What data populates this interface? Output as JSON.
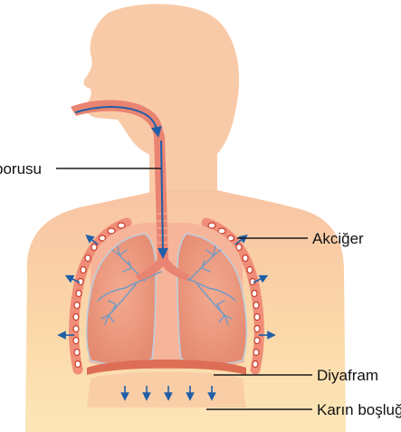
{
  "labels": {
    "trachea": "borusu",
    "lung": "Akciğer",
    "diaphragm": "Diyafram",
    "abdominal_cavity": "Karın boşluğu"
  },
  "colors": {
    "skin": "#f9caa8",
    "lung_fill": "#e89278",
    "airway": "#e98472",
    "diaphragm": "#dd6e55",
    "bronchi": "#6f9bc7",
    "arrow": "#1f5fa8",
    "rib_dot": "#c83c2a",
    "leader_line": "#1a1a1a"
  }
}
